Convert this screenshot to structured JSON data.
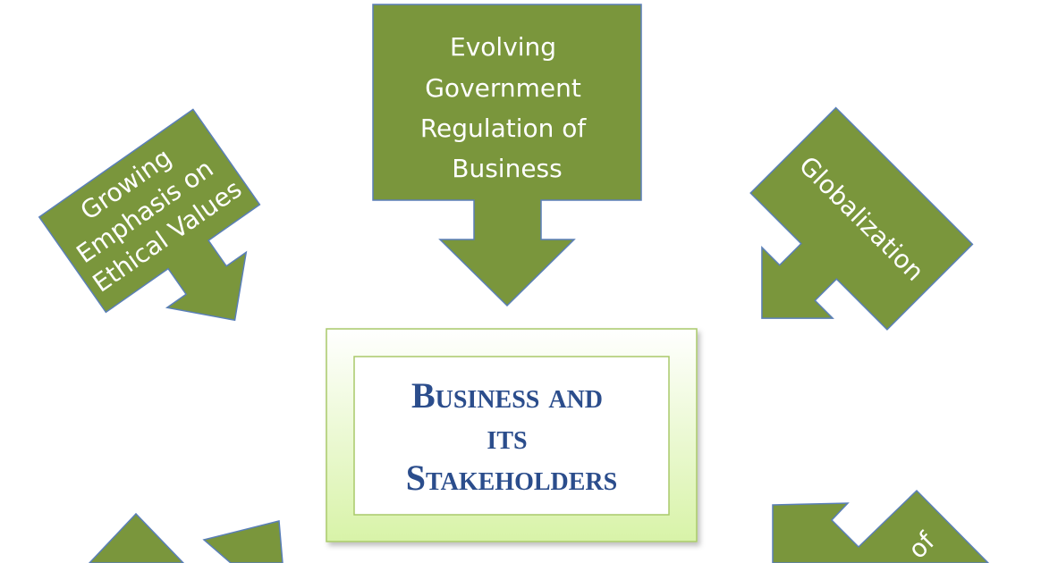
{
  "colors": {
    "callout_fill": "#7a963c",
    "callout_stroke": "#5a7fb8",
    "callout_text": "#ffffff",
    "center_outer_fill": "#dff5b8",
    "center_inner_fill": "#ffffff",
    "center_border": "#a9c96a",
    "center_text": "#2b4d8c"
  },
  "center": {
    "lines": [
      "Business and",
      "its",
      "Stakeholders"
    ]
  },
  "callouts": {
    "top": {
      "lines": [
        "Evolving",
        "Government",
        "Regulation of",
        "Business"
      ]
    },
    "left": {
      "lines": [
        "Growing",
        "Emphasis on",
        "Ethical Values"
      ]
    },
    "right": {
      "lines": [
        "Globalization"
      ]
    },
    "bottom_right": {
      "lines": [
        "of"
      ]
    }
  }
}
